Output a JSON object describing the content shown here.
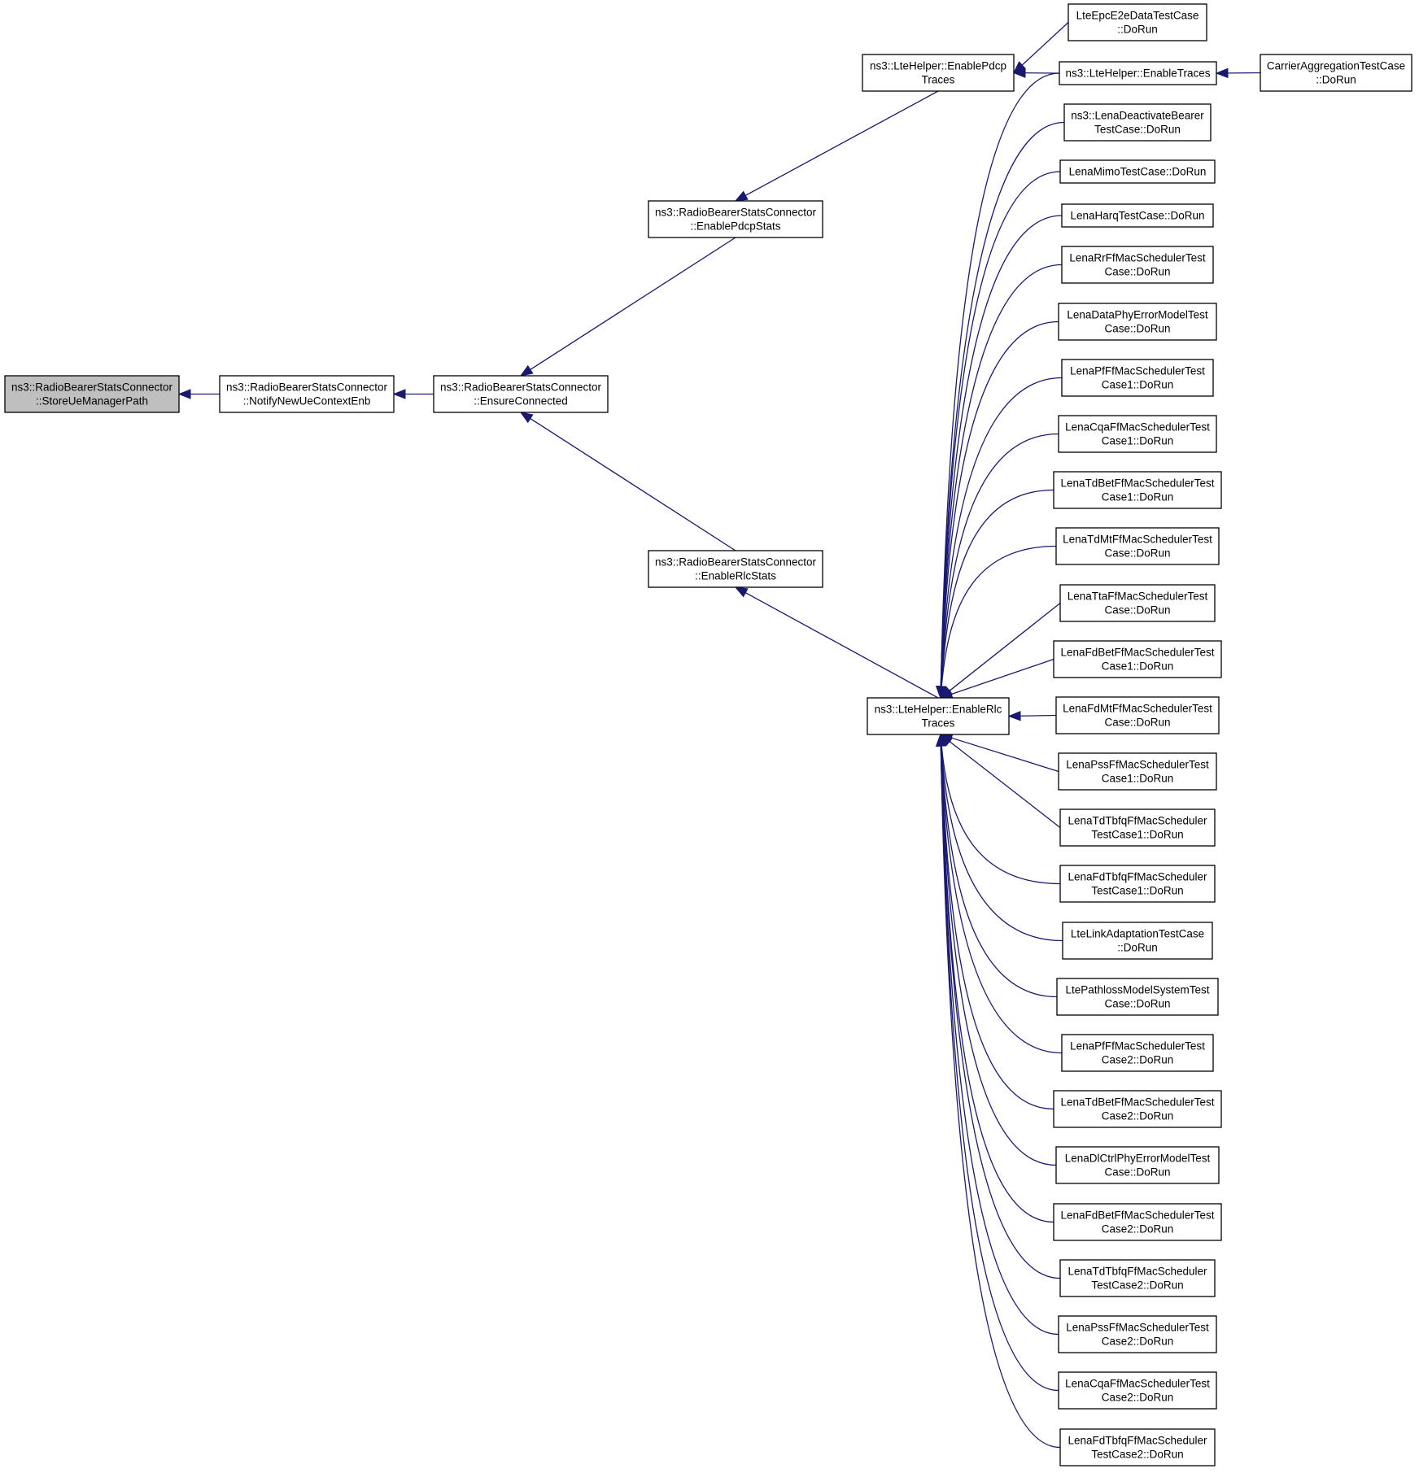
{
  "nodes": {
    "store_ue_manager_path": [
      "ns3::RadioBearerStatsConnector",
      "::StoreUeManagerPath"
    ],
    "notify_new_ue_context_enb": [
      "ns3::RadioBearerStatsConnector",
      "::NotifyNewUeContextEnb"
    ],
    "ensure_connected": [
      "ns3::RadioBearerStatsConnector",
      "::EnsureConnected"
    ],
    "enable_pdcp_stats": [
      "ns3::RadioBearerStatsConnector",
      "::EnablePdcpStats"
    ],
    "enable_rlc_stats": [
      "ns3::RadioBearerStatsConnector",
      "::EnableRlcStats"
    ],
    "enable_pdcp_traces": [
      "ns3::LteHelper::EnablePdcp",
      "Traces"
    ],
    "enable_rlc_traces": [
      "ns3::LteHelper::EnableRlc",
      "Traces"
    ],
    "lte_epc_e2e": [
      "LteEpcE2eDataTestCase",
      "::DoRun"
    ],
    "enable_traces": [
      "ns3::LteHelper::EnableTraces"
    ],
    "carrier_aggregation": [
      "CarrierAggregationTestCase",
      "::DoRun"
    ],
    "lena_deactivate_bearer": [
      "ns3::LenaDeactivateBearer",
      "TestCase::DoRun"
    ],
    "lena_mimo": [
      "LenaMimoTestCase::DoRun"
    ],
    "lena_harq": [
      "LenaHarqTestCase::DoRun"
    ],
    "lena_rr_ff": [
      "LenaRrFfMacSchedulerTest",
      "Case::DoRun"
    ],
    "lena_data_phy_error": [
      "LenaDataPhyErrorModelTest",
      "Case::DoRun"
    ],
    "lena_pf_ff_1": [
      "LenaPfFfMacSchedulerTest",
      "Case1::DoRun"
    ],
    "lena_cqa_ff_1": [
      "LenaCqaFfMacSchedulerTest",
      "Case1::DoRun"
    ],
    "lena_td_bet_1": [
      "LenaTdBetFfMacSchedulerTest",
      "Case1::DoRun"
    ],
    "lena_td_mt": [
      "LenaTdMtFfMacSchedulerTest",
      "Case::DoRun"
    ],
    "lena_tta": [
      "LenaTtaFfMacSchedulerTest",
      "Case::DoRun"
    ],
    "lena_fd_bet_1": [
      "LenaFdBetFfMacSchedulerTest",
      "Case1::DoRun"
    ],
    "lena_fd_mt": [
      "LenaFdMtFfMacSchedulerTest",
      "Case::DoRun"
    ],
    "lena_pss_1": [
      "LenaPssFfMacSchedulerTest",
      "Case1::DoRun"
    ],
    "lena_td_tbfq_1": [
      "LenaTdTbfqFfMacScheduler",
      "TestCase1::DoRun"
    ],
    "lena_fd_tbfq_1": [
      "LenaFdTbfqFfMacScheduler",
      "TestCase1::DoRun"
    ],
    "lte_link_adaptation": [
      "LteLinkAdaptationTestCase",
      "::DoRun"
    ],
    "lte_pathloss": [
      "LtePathlossModelSystemTest",
      "Case::DoRun"
    ],
    "lena_pf_ff_2": [
      "LenaPfFfMacSchedulerTest",
      "Case2::DoRun"
    ],
    "lena_td_bet_2": [
      "LenaTdBetFfMacSchedulerTest",
      "Case2::DoRun"
    ],
    "lena_dl_ctrl_phy_error": [
      "LenaDlCtrlPhyErrorModelTest",
      "Case::DoRun"
    ],
    "lena_fd_bet_2": [
      "LenaFdBetFfMacSchedulerTest",
      "Case2::DoRun"
    ],
    "lena_td_tbfq_2": [
      "LenaTdTbfqFfMacScheduler",
      "TestCase2::DoRun"
    ],
    "lena_pss_2": [
      "LenaPssFfMacSchedulerTest",
      "Case2::DoRun"
    ],
    "lena_cqa_ff_2": [
      "LenaCqaFfMacSchedulerTest",
      "Case2::DoRun"
    ],
    "lena_fd_tbfq_2": [
      "LenaFdTbfqFfMacScheduler",
      "TestCase2::DoRun"
    ]
  },
  "root_node": "store_ue_manager_path",
  "edges": [
    [
      "notify_new_ue_context_enb",
      "store_ue_manager_path"
    ],
    [
      "ensure_connected",
      "notify_new_ue_context_enb"
    ],
    [
      "enable_pdcp_stats",
      "ensure_connected"
    ],
    [
      "enable_rlc_stats",
      "ensure_connected"
    ],
    [
      "enable_pdcp_traces",
      "enable_pdcp_stats"
    ],
    [
      "enable_rlc_traces",
      "enable_rlc_stats"
    ],
    [
      "lte_epc_e2e",
      "enable_pdcp_traces"
    ],
    [
      "enable_traces",
      "enable_pdcp_traces"
    ],
    [
      "carrier_aggregation",
      "enable_traces"
    ],
    [
      "enable_traces",
      "enable_rlc_traces"
    ],
    [
      "lena_deactivate_bearer",
      "enable_rlc_traces"
    ],
    [
      "lena_mimo",
      "enable_rlc_traces"
    ],
    [
      "lena_harq",
      "enable_rlc_traces"
    ],
    [
      "lena_rr_ff",
      "enable_rlc_traces"
    ],
    [
      "lena_data_phy_error",
      "enable_rlc_traces"
    ],
    [
      "lena_pf_ff_1",
      "enable_rlc_traces"
    ],
    [
      "lena_cqa_ff_1",
      "enable_rlc_traces"
    ],
    [
      "lena_td_bet_1",
      "enable_rlc_traces"
    ],
    [
      "lena_td_mt",
      "enable_rlc_traces"
    ],
    [
      "lena_tta",
      "enable_rlc_traces"
    ],
    [
      "lena_fd_bet_1",
      "enable_rlc_traces"
    ],
    [
      "lena_fd_mt",
      "enable_rlc_traces"
    ],
    [
      "lena_pss_1",
      "enable_rlc_traces"
    ],
    [
      "lena_td_tbfq_1",
      "enable_rlc_traces"
    ],
    [
      "lena_fd_tbfq_1",
      "enable_rlc_traces"
    ],
    [
      "lte_link_adaptation",
      "enable_rlc_traces"
    ],
    [
      "lte_pathloss",
      "enable_rlc_traces"
    ],
    [
      "lena_pf_ff_2",
      "enable_rlc_traces"
    ],
    [
      "lena_td_bet_2",
      "enable_rlc_traces"
    ],
    [
      "lena_dl_ctrl_phy_error",
      "enable_rlc_traces"
    ],
    [
      "lena_fd_bet_2",
      "enable_rlc_traces"
    ],
    [
      "lena_td_tbfq_2",
      "enable_rlc_traces"
    ],
    [
      "lena_pss_2",
      "enable_rlc_traces"
    ],
    [
      "lena_cqa_ff_2",
      "enable_rlc_traces"
    ],
    [
      "lena_fd_tbfq_2",
      "enable_rlc_traces"
    ]
  ],
  "colors": {
    "edge": "#191970",
    "node_fill": "#ffffff",
    "root_fill": "#bfbfbf",
    "node_stroke": "#000000"
  }
}
